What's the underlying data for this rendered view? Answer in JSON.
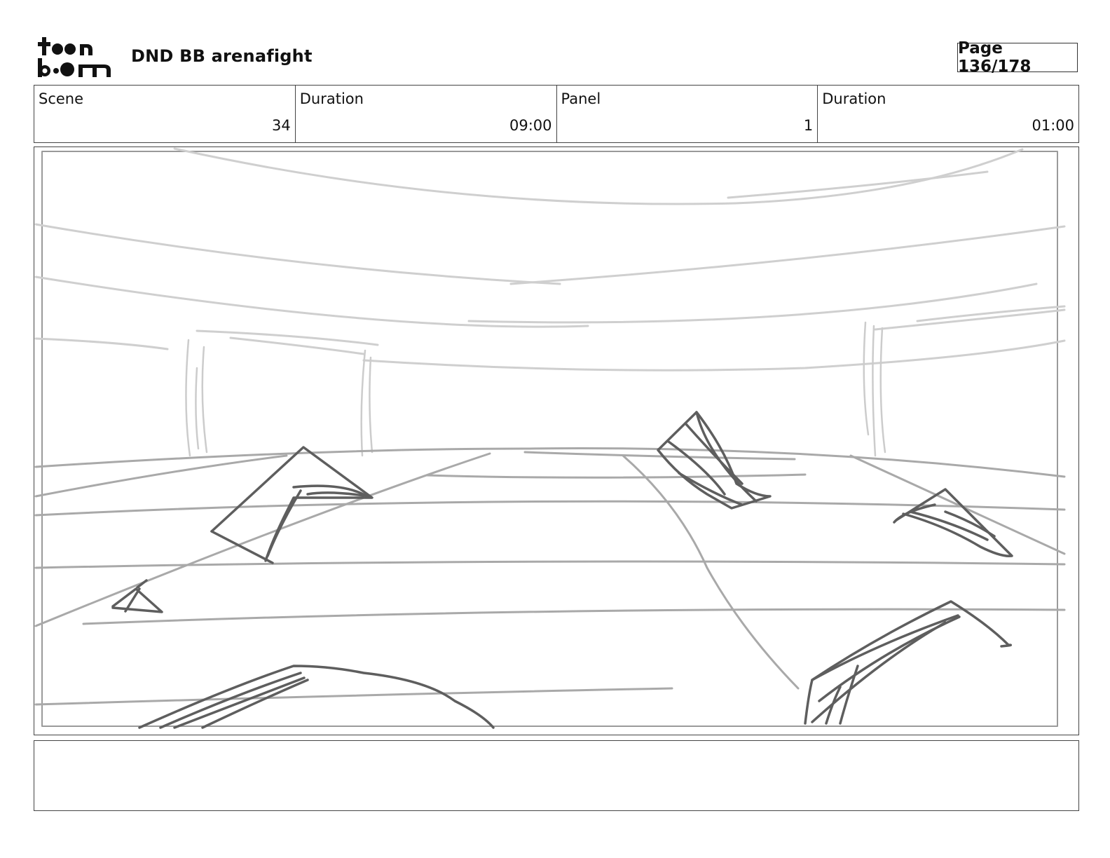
{
  "header": {
    "logo_text": "toonboom",
    "project_title": "DND BB arenafight",
    "page_label": "Page 136/178"
  },
  "info": [
    {
      "label": "Scene",
      "value": "34"
    },
    {
      "label": "Duration",
      "value": "09:00"
    },
    {
      "label": "Panel",
      "value": "1"
    },
    {
      "label": "Duration",
      "value": "01:00"
    }
  ],
  "notes": {
    "text": ""
  },
  "colors": {
    "sketch_light": "#c8c8c8",
    "sketch_mid": "#a8a8a8",
    "sketch_dark": "#5a5a5a",
    "border": "#444444"
  }
}
